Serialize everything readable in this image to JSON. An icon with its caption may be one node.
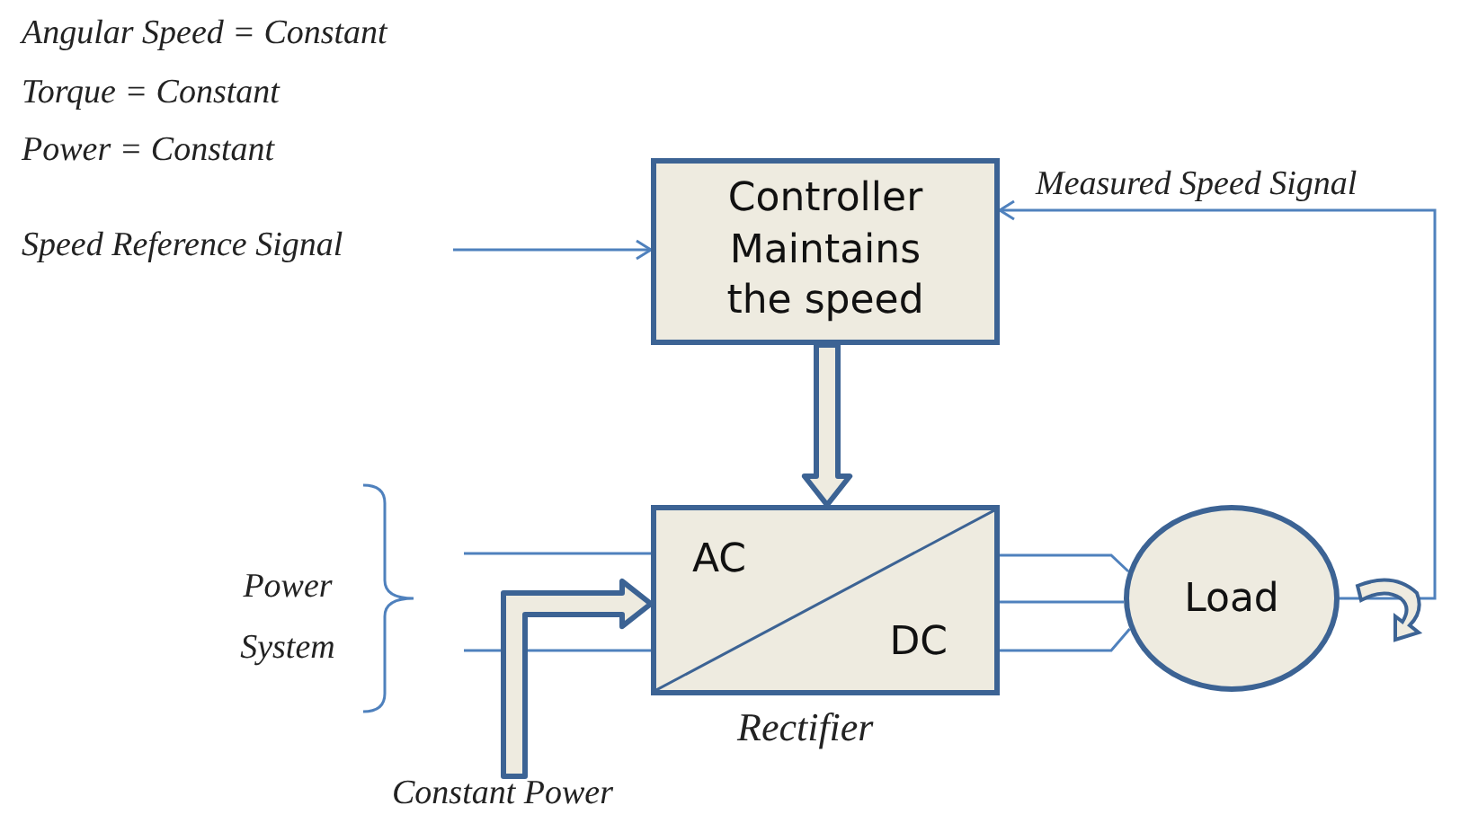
{
  "diagram": {
    "nodes": [
      {
        "text": [
          "Controller Maintains the speed"
        ]
      },
      {
        "text": [
          "AC",
          "DC"
        ],
        "beside": [
          "Rectifier"
        ]
      },
      {
        "text": [
          "Load"
        ]
      },
      {
        "text": [
          "Speed Reference Signal"
        ]
      },
      {
        "text": [
          "Power System"
        ]
      },
      {
        "text": [
          "Constant Power"
        ]
      }
    ],
    "edges": [
      {
        "from": 3,
        "to": 0,
        "arrow": "to"
      },
      {
        "from": 0,
        "to": 1,
        "arrow": "to",
        "style": "thick"
      },
      {
        "from": 4,
        "to": 1,
        "arrow": "none"
      },
      {
        "from": 4,
        "to": 1,
        "arrow": "none"
      },
      {
        "from": 5,
        "to": 1,
        "arrow": "to",
        "style": "thick"
      },
      {
        "from": 1,
        "to": 2,
        "arrow": "none"
      },
      {
        "from": 1,
        "to": 2,
        "arrow": "none"
      },
      {
        "from": 1,
        "to": 2,
        "arrow": "none"
      },
      {
        "from": 2,
        "to": 0,
        "arrow": "to",
        "label": "Measured Speed Signal"
      }
    ],
    "labels": [
      "Angular Speed = Constant",
      "Torque = Constant",
      "Power = Constant"
    ]
  }
}
